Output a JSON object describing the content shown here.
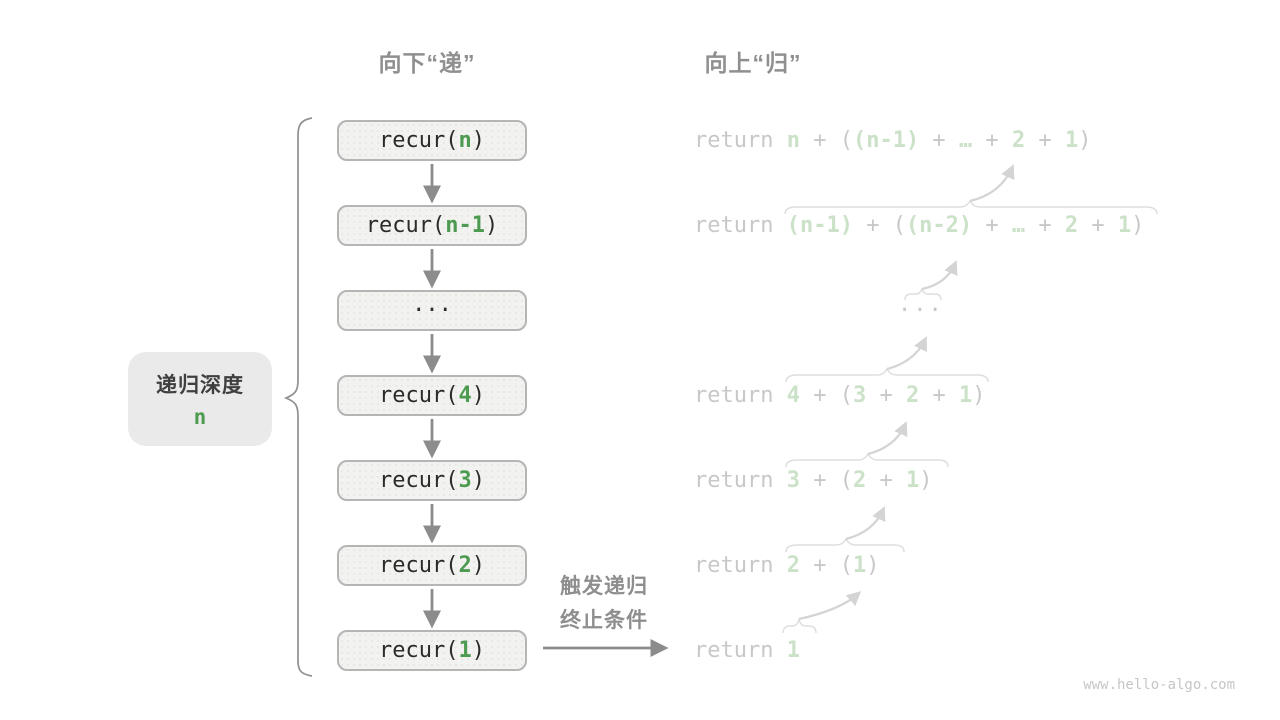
{
  "headers": {
    "descend": "向下“递”",
    "ascend": "向上“归”"
  },
  "depth_label": {
    "title": "递归深度",
    "value": "n"
  },
  "call_stack": [
    {
      "segments": [
        {
          "t": "recur(",
          "c": "dark"
        },
        {
          "t": "n",
          "c": "green"
        },
        {
          "t": ")",
          "c": "dark"
        }
      ]
    },
    {
      "segments": [
        {
          "t": "recur(",
          "c": "dark"
        },
        {
          "t": "n-1",
          "c": "green"
        },
        {
          "t": ")",
          "c": "dark"
        }
      ]
    },
    {
      "segments": [
        {
          "t": "···",
          "c": "dark"
        }
      ]
    },
    {
      "segments": [
        {
          "t": "recur(",
          "c": "dark"
        },
        {
          "t": "4",
          "c": "green"
        },
        {
          "t": ")",
          "c": "dark"
        }
      ]
    },
    {
      "segments": [
        {
          "t": "recur(",
          "c": "dark"
        },
        {
          "t": "3",
          "c": "green"
        },
        {
          "t": ")",
          "c": "dark"
        }
      ]
    },
    {
      "segments": [
        {
          "t": "recur(",
          "c": "dark"
        },
        {
          "t": "2",
          "c": "green"
        },
        {
          "t": ")",
          "c": "dark"
        }
      ]
    },
    {
      "segments": [
        {
          "t": "recur(",
          "c": "dark"
        },
        {
          "t": "1",
          "c": "green"
        },
        {
          "t": ")",
          "c": "dark"
        }
      ]
    }
  ],
  "returns": [
    {
      "segments": [
        {
          "t": "return ",
          "c": "fgray"
        },
        {
          "t": "n",
          "c": "fgreen"
        },
        {
          "t": " + (",
          "c": "fgray"
        },
        {
          "t": "(n-1)",
          "c": "fgreen"
        },
        {
          "t": " + ",
          "c": "fgray"
        },
        {
          "t": "…",
          "c": "fgreen"
        },
        {
          "t": " + ",
          "c": "fgray"
        },
        {
          "t": "2",
          "c": "fgreen"
        },
        {
          "t": " + ",
          "c": "fgray"
        },
        {
          "t": "1",
          "c": "fgreen"
        },
        {
          "t": ")",
          "c": "fgray"
        }
      ]
    },
    {
      "segments": [
        {
          "t": "return ",
          "c": "fgray"
        },
        {
          "t": "(n-1)",
          "c": "fgreen"
        },
        {
          "t": " + (",
          "c": "fgray"
        },
        {
          "t": "(n-2)",
          "c": "fgreen"
        },
        {
          "t": " + ",
          "c": "fgray"
        },
        {
          "t": "…",
          "c": "fgreen"
        },
        {
          "t": " + ",
          "c": "fgray"
        },
        {
          "t": "2",
          "c": "fgreen"
        },
        {
          "t": " + ",
          "c": "fgray"
        },
        {
          "t": "1",
          "c": "fgreen"
        },
        {
          "t": ")",
          "c": "fgray"
        }
      ]
    },
    {
      "segments": [
        {
          "t": "···",
          "c": "fgray"
        }
      ]
    },
    {
      "segments": [
        {
          "t": "return ",
          "c": "fgray"
        },
        {
          "t": "4",
          "c": "fgreen"
        },
        {
          "t": " + (",
          "c": "fgray"
        },
        {
          "t": "3",
          "c": "fgreen"
        },
        {
          "t": " + ",
          "c": "fgray"
        },
        {
          "t": "2",
          "c": "fgreen"
        },
        {
          "t": " + ",
          "c": "fgray"
        },
        {
          "t": "1",
          "c": "fgreen"
        },
        {
          "t": ")",
          "c": "fgray"
        }
      ]
    },
    {
      "segments": [
        {
          "t": "return ",
          "c": "fgray"
        },
        {
          "t": "3",
          "c": "fgreen"
        },
        {
          "t": " + (",
          "c": "fgray"
        },
        {
          "t": "2",
          "c": "fgreen"
        },
        {
          "t": " + ",
          "c": "fgray"
        },
        {
          "t": "1",
          "c": "fgreen"
        },
        {
          "t": ")",
          "c": "fgray"
        }
      ]
    },
    {
      "segments": [
        {
          "t": "return ",
          "c": "fgray"
        },
        {
          "t": "2",
          "c": "fgreen"
        },
        {
          "t": " + (",
          "c": "fgray"
        },
        {
          "t": "1",
          "c": "fgreen"
        },
        {
          "t": ")",
          "c": "fgray"
        }
      ]
    },
    {
      "segments": [
        {
          "t": "return ",
          "c": "fgray"
        },
        {
          "t": "1",
          "c": "fgreen"
        }
      ]
    }
  ],
  "annotation": {
    "line1": "触发递归",
    "line2": "终止条件"
  },
  "watermark": "www.hello-algo.com",
  "colors": {
    "accent_green": "#4d9b50",
    "faded_green": "#cbe2c8",
    "gray_text": "#8f8f8f",
    "faded_gray": "#c8c8c8",
    "box_border": "#b5b5b5",
    "box_bg": "#f2f2f0",
    "label_bg": "#eaeaea"
  }
}
